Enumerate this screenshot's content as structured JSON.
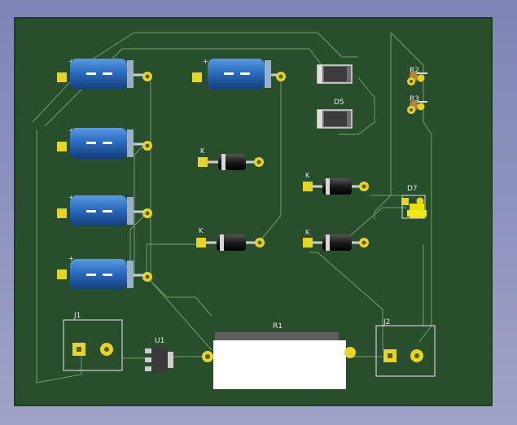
{
  "board": {
    "labels": {
      "d5": "D5",
      "d7": "D7",
      "r1": "R1",
      "r2": "R2",
      "r3": "R3",
      "u1": "U1",
      "j1": "J1",
      "j2": "J2",
      "k": "K",
      "plus": "+"
    }
  },
  "colors": {
    "board": "#284e2b",
    "trace": "#7a9a6e",
    "pad": "#e4d42c",
    "capacitor": "#2a6cc0",
    "diode_body": "#1c1c1c",
    "diode_band": "#d7d7d7"
  }
}
